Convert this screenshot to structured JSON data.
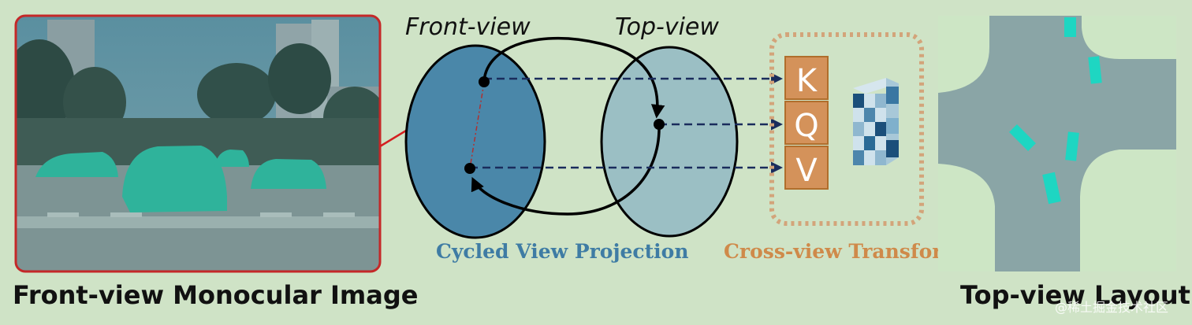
{
  "labels": {
    "front_view": "Front-view",
    "top_view": "Top-view",
    "cycled_view_projection": "Cycled View Projection",
    "cross_view_transformer": "Cross-view Transformer",
    "front_view_image": "Front-view Monocular Image",
    "top_view_layout": "Top-view Layout",
    "watermark": "@稀土掘金技术社区"
  },
  "transformer_tokens": [
    "K",
    "Q",
    "V"
  ],
  "colors": {
    "background": "#cfe3c6",
    "front_ellipse": "#4a87a9",
    "top_ellipse": "#9bbfc4",
    "cycled_text": "#3f7ca4",
    "transformer_text": "#cf8a4a",
    "token_box": "#d4925a",
    "token_box_border": "#b06e2c",
    "arrow_dark": "#1a2c5c",
    "arrow_red": "#d42020",
    "photo_border": "#c42828",
    "car": "#2fb39b",
    "road": "#8aa5a6",
    "road_grass": "#cde6c5",
    "vehicle_layout": "#1ed6c2"
  }
}
